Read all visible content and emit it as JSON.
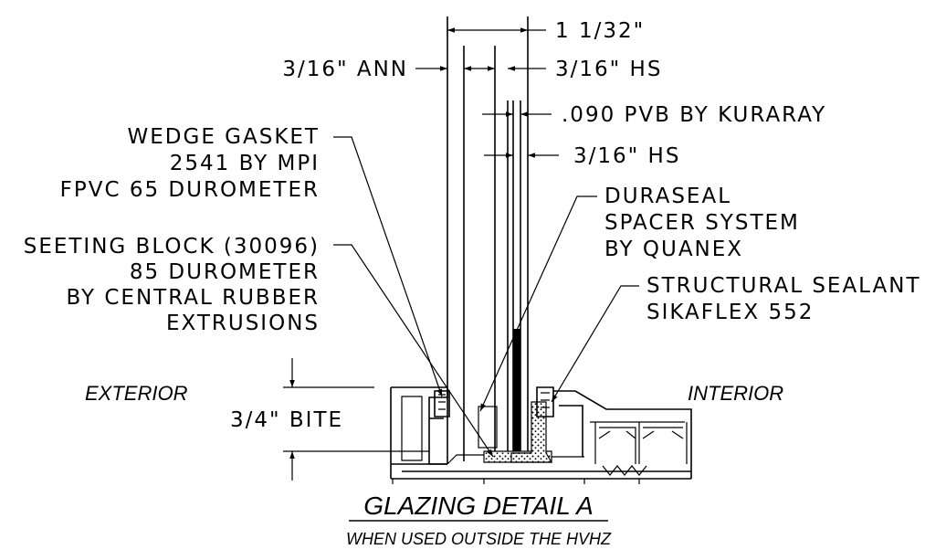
{
  "dims": {
    "overall": "1 1/32\"",
    "lite_ext": "3/16\" ANN",
    "lite_int_outer": "3/16\" HS",
    "interlayer": ".090 PVB BY KURARAY",
    "lite_int_inner": "3/16\" HS",
    "bite": "3/4\" BITE"
  },
  "callouts": {
    "wedge_gasket": [
      "WEDGE GASKET",
      "2541 BY MPI",
      "FPVC 65 DUROMETER"
    ],
    "setting_block": [
      "SEETING BLOCK (30096)",
      "85 DUROMETER",
      "BY CENTRAL RUBBER",
      "EXTRUSIONS"
    ],
    "spacer": [
      "DURASEAL",
      "SPACER SYSTEM",
      "BY QUANEX"
    ],
    "sealant": [
      "STRUCTURAL SEALANT",
      "SIKAFLEX 552"
    ]
  },
  "sides": {
    "exterior": "EXTERIOR",
    "interior": "INTERIOR"
  },
  "title": {
    "main": "GLAZING DETAIL A",
    "sub": "WHEN USED OUTSIDE THE HVHZ"
  }
}
